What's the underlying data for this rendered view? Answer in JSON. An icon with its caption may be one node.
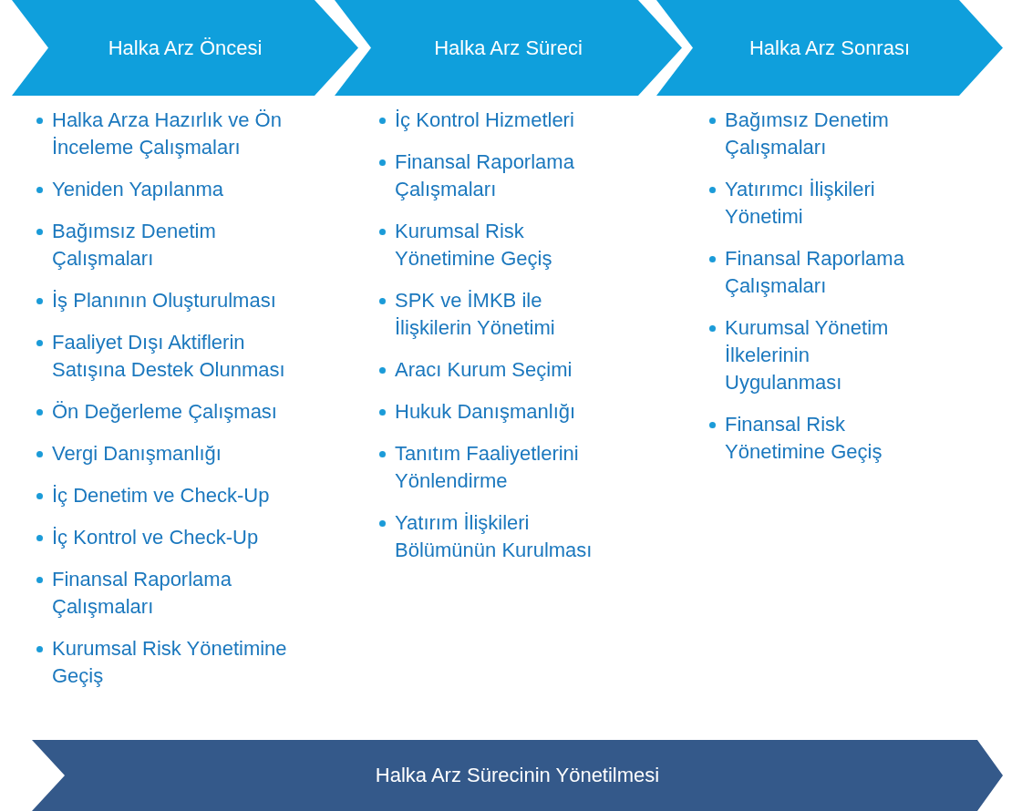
{
  "diagram": {
    "nodes": [
      {
        "text": [
          "Halka Arz Öncesi"
        ],
        "beside": [
          "Halka Arza Hazırlık ve Ön İnceleme Çalışmaları",
          "Yeniden Yapılanma",
          "Bağımsız Denetim Çalışmaları",
          "İş Planının Oluşturulması",
          "Faaliyet Dışı Aktiflerin Satışına Destek Olunması",
          "Ön Değerleme Çalışması",
          "Vergi Danışmanlığı",
          "İç Denetim ve Check-Up",
          "İç Kontrol ve Check-Up",
          "Finansal Raporlama Çalışmaları",
          "Kurumsal Risk Yönetimine Geçiş"
        ]
      },
      {
        "text": [
          "Halka Arz Süreci"
        ],
        "beside": [
          "İç Kontrol Hizmetleri",
          "Finansal Raporlama Çalışmaları",
          "Kurumsal Risk Yönetimine Geçiş",
          "SPK ve İMKB ile İlişkilerin Yönetimi",
          "Aracı Kurum Seçimi",
          "Hukuk Danışmanlığı",
          "Tanıtım Faaliyetlerini Yönlendirme",
          "Yatırım İlişkileri Bölümünün Kurulması"
        ]
      },
      {
        "text": [
          "Halka Arz Sonrası"
        ],
        "beside": [
          "Bağımsız Denetim Çalışmaları",
          "Yatırımcı İlişkileri Yönetimi",
          "Finansal Raporlama Çalışmaları",
          "Kurumsal Yönetim İlkelerinin Uygulanması",
          "Finansal Risk Yönetimine Geçiş"
        ]
      },
      {
        "text": [
          "Halka Arz Sürecinin Yönetilmesi"
        ]
      }
    ]
  }
}
